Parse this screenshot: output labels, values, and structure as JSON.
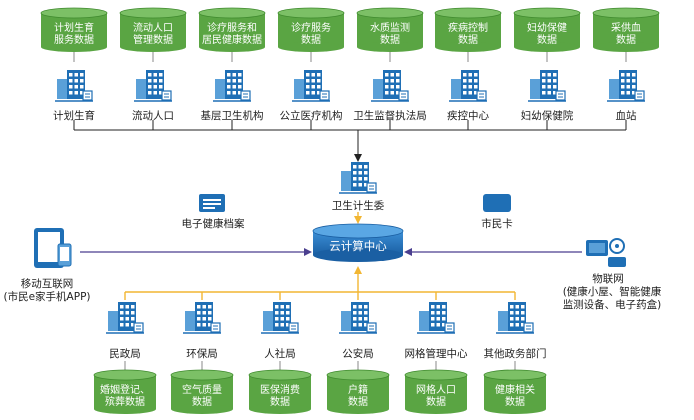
{
  "top_databases": [
    {
      "line1": "计划生育",
      "line2": "服务数据"
    },
    {
      "line1": "流动人口",
      "line2": "管理数据"
    },
    {
      "line1": "诊疗服务和",
      "line2": "居民健康数据"
    },
    {
      "line1": "诊疗服务",
      "line2": "数据"
    },
    {
      "line1": "水质监测",
      "line2": "数据"
    },
    {
      "line1": "疾病控制",
      "line2": "数据"
    },
    {
      "line1": "妇幼保健",
      "line2": "数据"
    },
    {
      "line1": "采供血",
      "line2": "数据"
    }
  ],
  "top_orgs": [
    "计划生育",
    "流动人口",
    "基层卫生机构",
    "公立医疗机构",
    "卫生监督执法局",
    "疾控中心",
    "妇幼保健院",
    "血站"
  ],
  "center": {
    "commission": "卫生计生委",
    "cloud": "云计算中心",
    "ehr": "电子健康档案",
    "card": "市民卡"
  },
  "left_node": {
    "line1": "移动互联网",
    "line2": "(市民e家手机APP)"
  },
  "right_node": {
    "line1": "物联网",
    "line2": "(健康小屋、智能健康",
    "line3": "监测设备、电子药盒)"
  },
  "bottom_orgs": [
    "民政局",
    "环保局",
    "人社局",
    "公安局",
    "网格管理中心",
    "其他政务部门"
  ],
  "bottom_databases": [
    {
      "line1": "婚姻登记、",
      "line2": "殡葬数据"
    },
    {
      "line1": "空气质量",
      "line2": "数据"
    },
    {
      "line1": "医保消费",
      "line2": "数据"
    },
    {
      "line1": "户籍",
      "line2": "数据"
    },
    {
      "line1": "网格人口",
      "line2": "数据"
    },
    {
      "line1": "健康相关",
      "line2": "数据"
    }
  ],
  "colors": {
    "green": "#5aa543",
    "green_dark": "#3f8a2e",
    "blue": "#1f6fb5",
    "blue_light": "#5aa0d8",
    "yellow_line": "#f2b632",
    "gray_line": "#8a8a8a",
    "purple_line": "#4b3f8f"
  }
}
